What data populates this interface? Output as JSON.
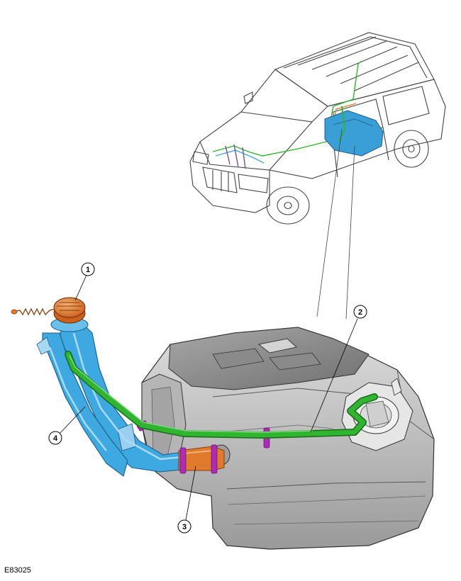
{
  "figure": {
    "id": "E83025"
  },
  "callouts": [
    {
      "number": "1"
    },
    {
      "number": "2"
    },
    {
      "number": "3"
    },
    {
      "number": "4"
    }
  ],
  "colors": {
    "filler_neck": "#3ea8e0",
    "vent_hose": "#2fb52f",
    "connector": "#e07a2c",
    "clamp": "#b02ab8",
    "fuel_cap": "#e9822e",
    "tank": "#c8c8c8",
    "vehicle_line": "#444444"
  }
}
